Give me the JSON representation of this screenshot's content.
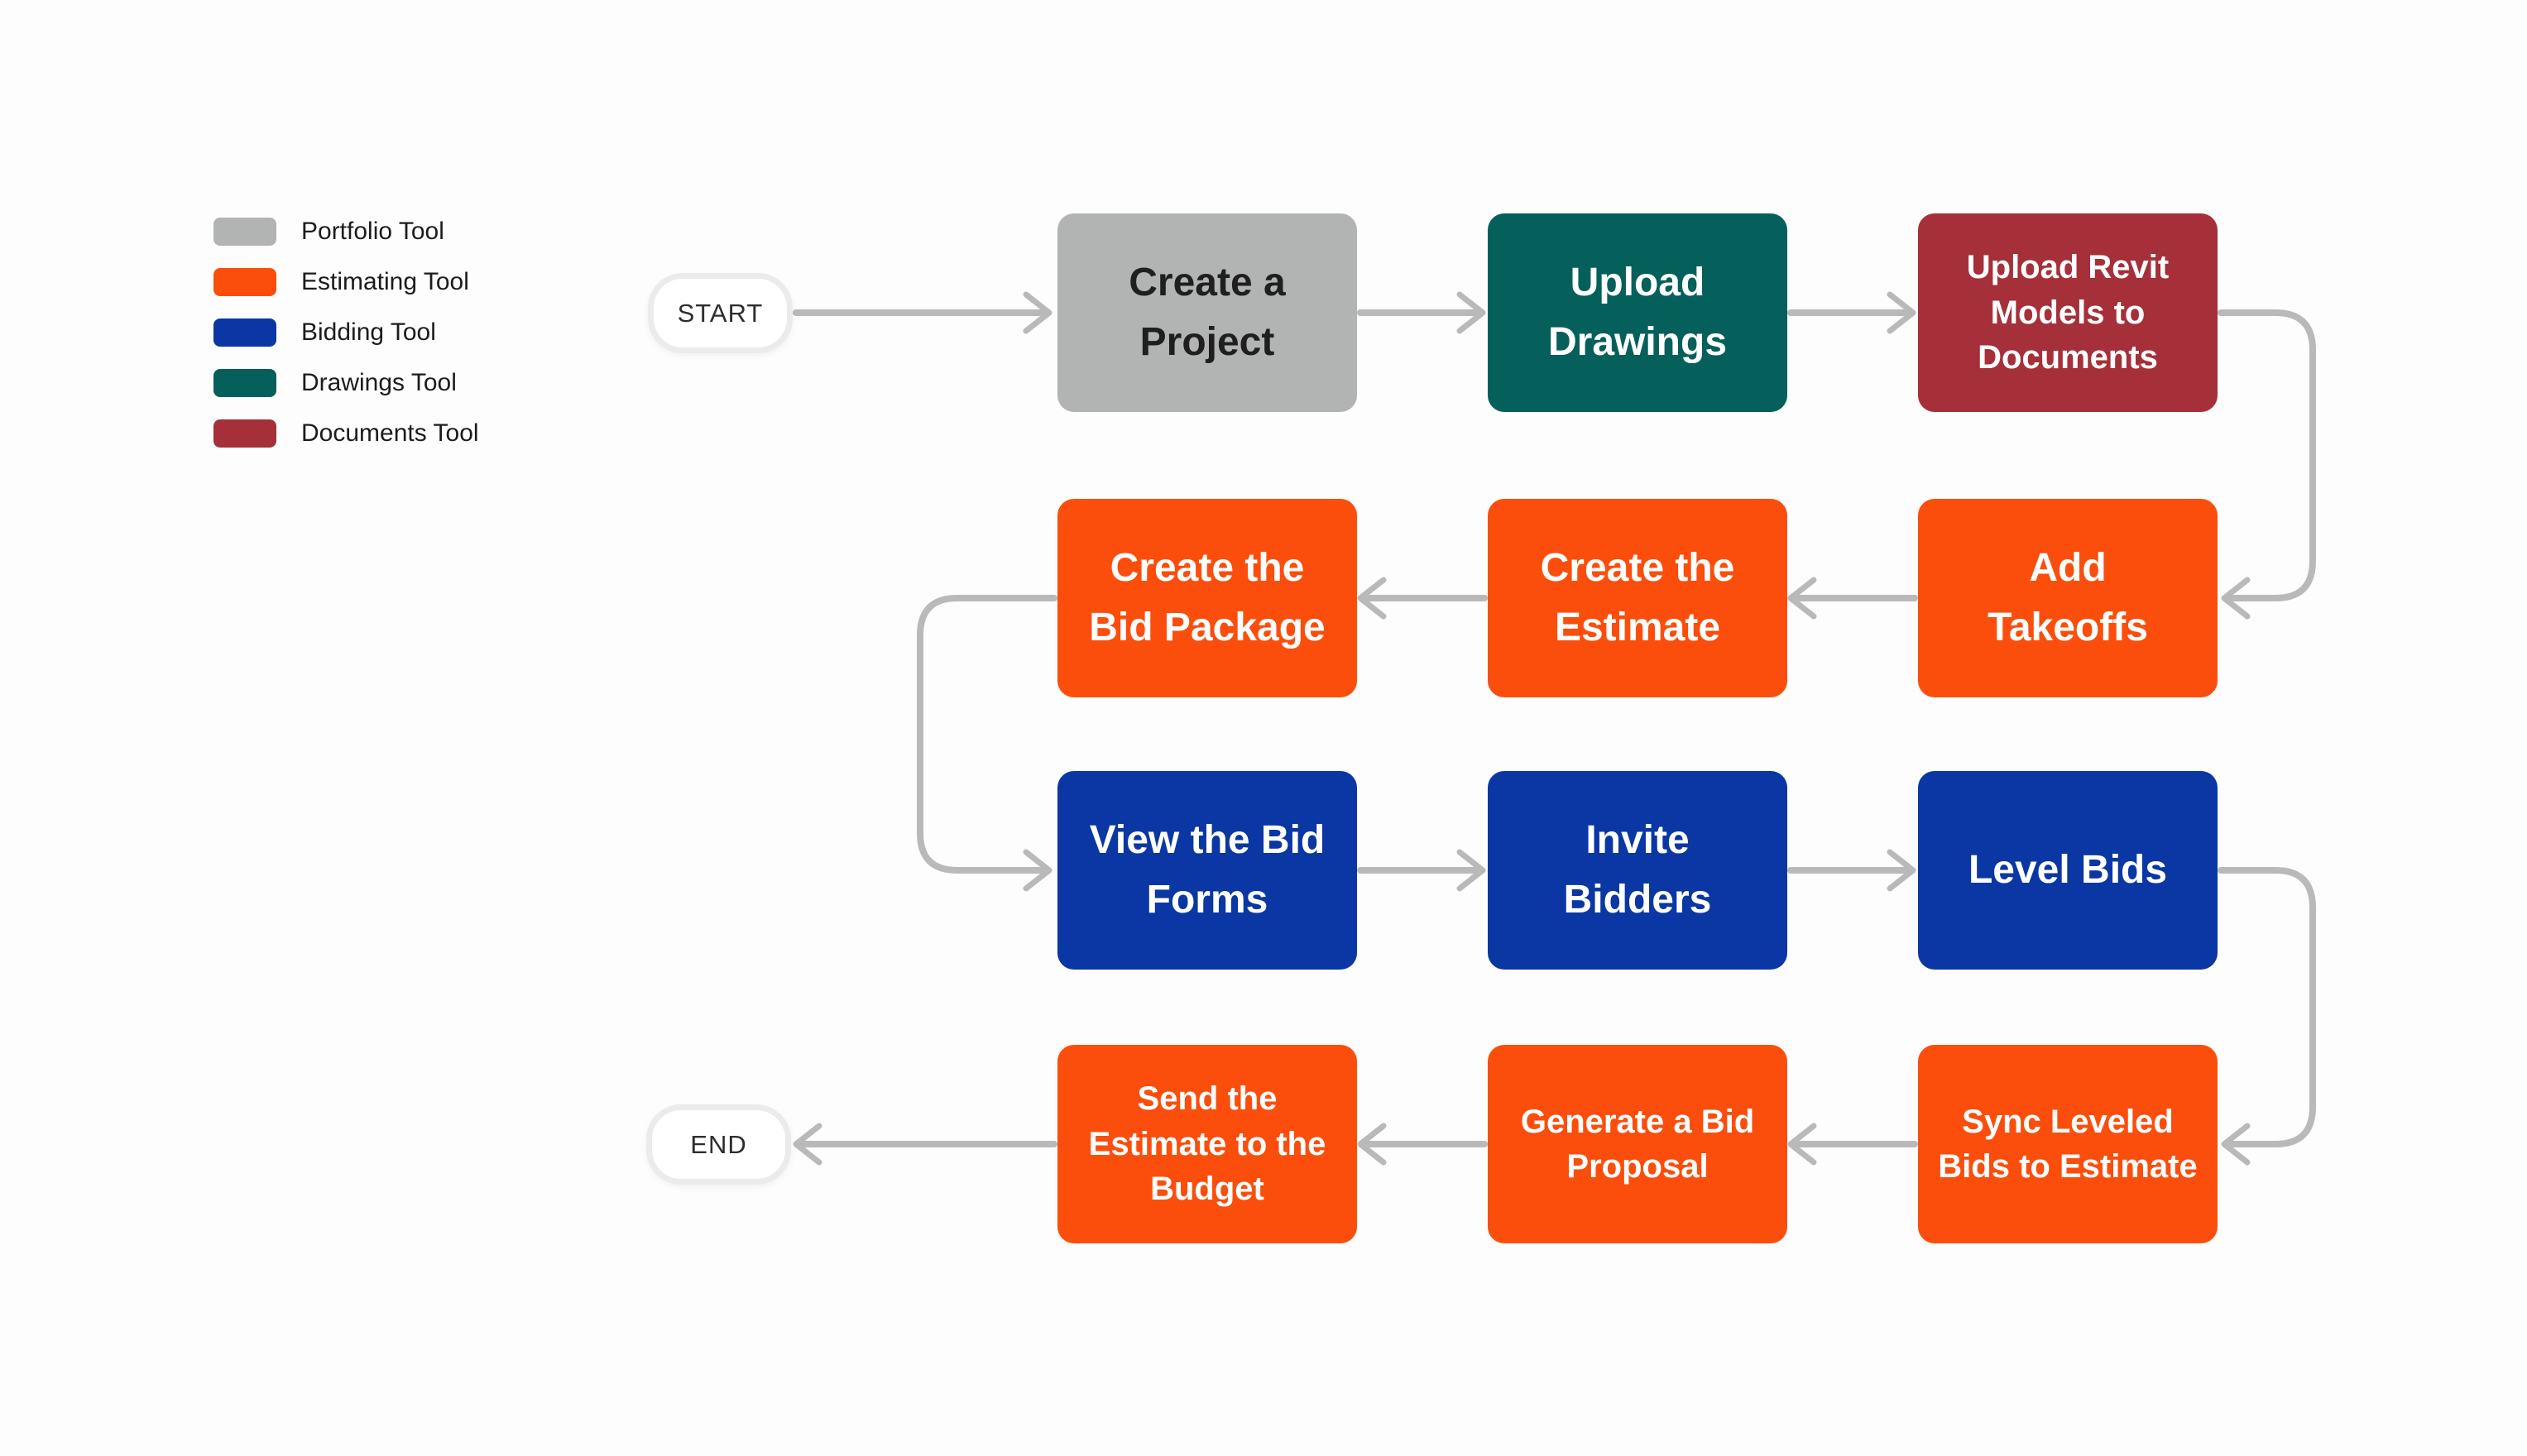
{
  "colors": {
    "portfolio": "#B2B3B3",
    "estimating": "#FB4E0C",
    "bidding": "#0A37A3",
    "drawings": "#05605B",
    "documents": "#A5303A",
    "connector": "#B9B9B9",
    "node_text_light": "#FFFFFF",
    "node_text_dark": "#1F1F1F"
  },
  "legend": {
    "items": [
      {
        "label": "Portfolio Tool",
        "color": "#B2B3B3"
      },
      {
        "label": "Estimating Tool",
        "color": "#FB4E0C"
      },
      {
        "label": "Bidding Tool",
        "color": "#0A37A3"
      },
      {
        "label": "Drawings Tool",
        "color": "#05605B"
      },
      {
        "label": "Documents Tool",
        "color": "#A5303A"
      }
    ]
  },
  "terminals": {
    "start": "START",
    "end": "END"
  },
  "nodes": [
    {
      "id": "create-project",
      "label": "Create a\nProject",
      "tool": "Portfolio Tool",
      "color": "#B2B3B3",
      "text_color": "#1F1F1F"
    },
    {
      "id": "upload-drawings",
      "label": "Upload\nDrawings",
      "tool": "Drawings Tool",
      "color": "#05605B",
      "text_color": "#FFFFFF"
    },
    {
      "id": "upload-revit-models",
      "label": "Upload Revit\nModels to\nDocuments",
      "tool": "Documents Tool",
      "color": "#A5303A",
      "text_color": "#FFFFFF"
    },
    {
      "id": "add-takeoffs",
      "label": "Add\nTakeoffs",
      "tool": "Estimating Tool",
      "color": "#FB4E0C",
      "text_color": "#FFFFFF"
    },
    {
      "id": "create-estimate",
      "label": "Create the\nEstimate",
      "tool": "Estimating Tool",
      "color": "#FB4E0C",
      "text_color": "#FFFFFF"
    },
    {
      "id": "create-bid-package",
      "label": "Create the\nBid Package",
      "tool": "Estimating Tool",
      "color": "#FB4E0C",
      "text_color": "#FFFFFF"
    },
    {
      "id": "view-bid-forms",
      "label": "View the Bid\nForms",
      "tool": "Bidding Tool",
      "color": "#0A37A3",
      "text_color": "#FFFFFF"
    },
    {
      "id": "invite-bidders",
      "label": "Invite\nBidders",
      "tool": "Bidding Tool",
      "color": "#0A37A3",
      "text_color": "#FFFFFF"
    },
    {
      "id": "level-bids",
      "label": "Level Bids",
      "tool": "Bidding Tool",
      "color": "#0A37A3",
      "text_color": "#FFFFFF"
    },
    {
      "id": "sync-leveled-bids",
      "label": "Sync Leveled\nBids to Estimate",
      "tool": "Estimating Tool",
      "color": "#FB4E0C",
      "text_color": "#FFFFFF"
    },
    {
      "id": "generate-bid-proposal",
      "label": "Generate a Bid\nProposal",
      "tool": "Estimating Tool",
      "color": "#FB4E0C",
      "text_color": "#FFFFFF"
    },
    {
      "id": "send-estimate-budget",
      "label": "Send the\nEstimate to the\nBudget",
      "tool": "Estimating Tool",
      "color": "#FB4E0C",
      "text_color": "#FFFFFF"
    }
  ],
  "edges": [
    {
      "from": "START",
      "to": "create-project"
    },
    {
      "from": "create-project",
      "to": "upload-drawings"
    },
    {
      "from": "upload-drawings",
      "to": "upload-revit-models"
    },
    {
      "from": "upload-revit-models",
      "to": "add-takeoffs"
    },
    {
      "from": "add-takeoffs",
      "to": "create-estimate"
    },
    {
      "from": "create-estimate",
      "to": "create-bid-package"
    },
    {
      "from": "create-bid-package",
      "to": "view-bid-forms"
    },
    {
      "from": "view-bid-forms",
      "to": "invite-bidders"
    },
    {
      "from": "invite-bidders",
      "to": "level-bids"
    },
    {
      "from": "level-bids",
      "to": "sync-leveled-bids"
    },
    {
      "from": "sync-leveled-bids",
      "to": "generate-bid-proposal"
    },
    {
      "from": "generate-bid-proposal",
      "to": "send-estimate-budget"
    },
    {
      "from": "send-estimate-budget",
      "to": "END"
    }
  ]
}
